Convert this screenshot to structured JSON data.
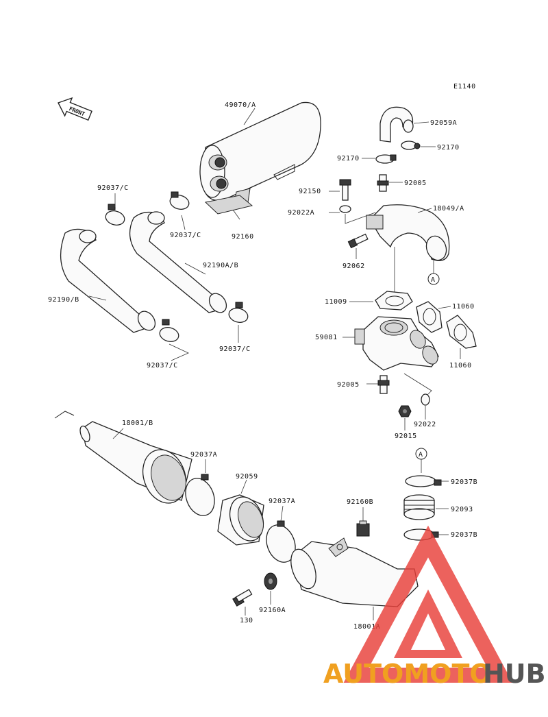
{
  "diagram_code": "E1140",
  "front_badge": "FRONT",
  "callout_marker": "A",
  "labels": {
    "p49070A": "49070/A",
    "p92059A": "92059A",
    "p92170_left": "92170",
    "p92170_right": "92170",
    "p92150": "92150",
    "p92005_top": "92005",
    "p92022A": "92022A",
    "p18049A": "18049/A",
    "p92062": "92062",
    "p92037C_1": "92037/C",
    "p92037C_2": "92037/C",
    "p92037C_3": "92037/C",
    "p92037C_4": "92037/C",
    "p92160": "92160",
    "p92190AB": "92190A/B",
    "p92190B": "92190/B",
    "p11009": "11009",
    "p11060_1": "11060",
    "p11060_2": "11060",
    "p59081": "59081",
    "p92005_bottom": "92005",
    "p92015": "92015",
    "p92022": "92022",
    "p18001B": "18001/B",
    "p92037A_1": "92037A",
    "p92037A_2": "92037A",
    "p92059": "92059",
    "p92160B": "92160B",
    "p92037B_1": "92037B",
    "p92093": "92093",
    "p92037B_2": "92037B",
    "p130": "130",
    "p92160A": "92160A",
    "p18001A": "18001A"
  },
  "watermark": {
    "part1": "AUTOMOTO",
    "part2": "HUB",
    "color_primary": "#e8403a",
    "color_secondary": "#f0a020",
    "color_dark": "#555555"
  }
}
